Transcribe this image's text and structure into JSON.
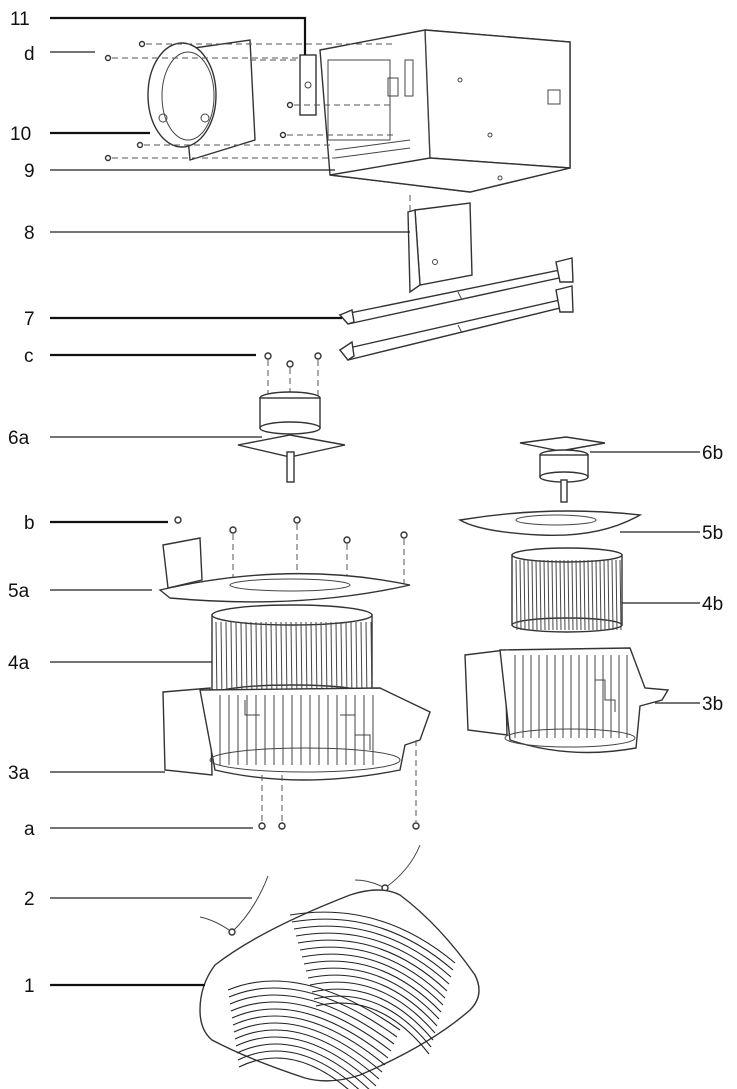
{
  "labels": {
    "p11": "11",
    "pd": "d",
    "p10": "10",
    "p9": "9",
    "p8": "8",
    "p7": "7",
    "pc": "c",
    "p6a": "6a",
    "pb": "b",
    "p5a": "5a",
    "p4a": "4a",
    "p3a": "3a",
    "pa": "a",
    "p2": "2",
    "p1": "1",
    "p6b": "6b",
    "p5b": "5b",
    "p4b": "4b",
    "p3b": "3b"
  },
  "colors": {
    "line": "#222222",
    "background": "#ffffff"
  }
}
